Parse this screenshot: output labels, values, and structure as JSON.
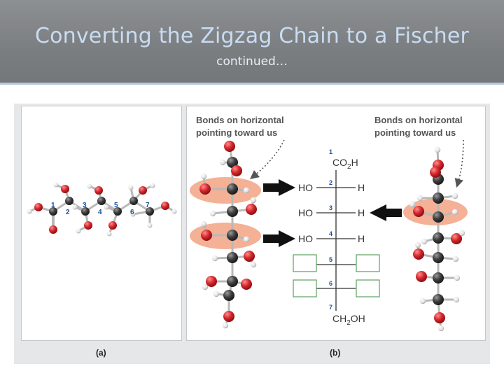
{
  "slide": {
    "title": "Converting the Zigzag Chain to a Fischer",
    "subtitle": "continued…"
  },
  "figure": {
    "panel_a": {
      "caption": "(a)",
      "carbon_numbers": [
        "1",
        "2",
        "3",
        "4",
        "5",
        "6",
        "7"
      ]
    },
    "panel_b": {
      "caption": "(b)",
      "callout_left": [
        "Bonds on horizontal",
        "pointing toward us"
      ],
      "callout_right": [
        "Bonds on horizontal",
        "pointing toward us"
      ],
      "fischer": {
        "top_group": "CO",
        "top_group_sub": "2",
        "top_group_end": "H",
        "bottom_group": "CH",
        "bottom_group_sub": "2",
        "bottom_group_end": "OH",
        "carbon_numbers": [
          "1",
          "2",
          "3",
          "4",
          "5",
          "6",
          "7"
        ],
        "rows": [
          {
            "left": "HO",
            "right": "H"
          },
          {
            "left": "HO",
            "right": "H"
          },
          {
            "left": "HO",
            "right": "H"
          }
        ]
      }
    },
    "colors": {
      "highlight": "#f3a98b",
      "carbon": "#4a4a4a",
      "oxygen": "#d3262b",
      "hydrogen": "#e9e9e9",
      "label_blue": "#1d4f9c",
      "callout_text": "#555555",
      "box_green": "#5aa160"
    }
  }
}
